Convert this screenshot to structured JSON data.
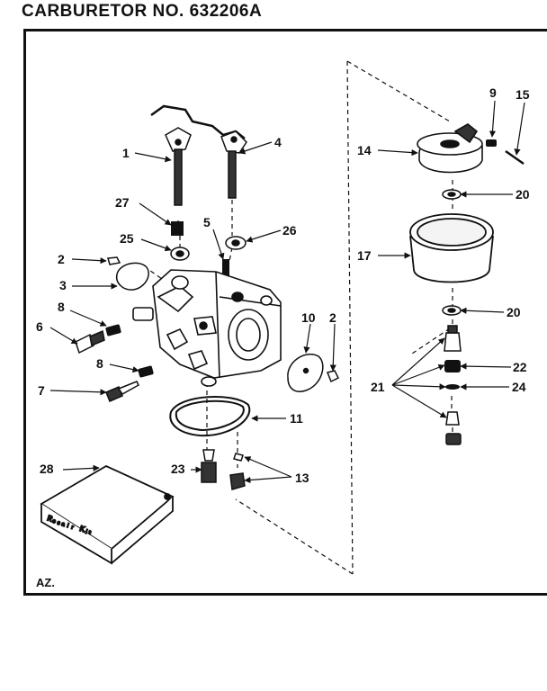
{
  "title": "CARBURETOR NO. 632206A",
  "corner_code": "AZ.",
  "kit_label": "Rₑ₀ₐᵢᵣ Kᵢₜ",
  "callouts": [
    {
      "id": "c1",
      "text": "1"
    },
    {
      "id": "c4",
      "text": "4"
    },
    {
      "id": "c27",
      "text": "27"
    },
    {
      "id": "c25",
      "text": "25"
    },
    {
      "id": "c5",
      "text": "5"
    },
    {
      "id": "c26",
      "text": "26"
    },
    {
      "id": "c2a",
      "text": "2"
    },
    {
      "id": "c3",
      "text": "3"
    },
    {
      "id": "c8a",
      "text": "8"
    },
    {
      "id": "c6",
      "text": "6"
    },
    {
      "id": "c8b",
      "text": "8"
    },
    {
      "id": "c7",
      "text": "7"
    },
    {
      "id": "c10",
      "text": "10"
    },
    {
      "id": "c2b",
      "text": "2"
    },
    {
      "id": "c11",
      "text": "11"
    },
    {
      "id": "c28",
      "text": "28"
    },
    {
      "id": "c23",
      "text": "23"
    },
    {
      "id": "c13",
      "text": "13"
    },
    {
      "id": "c9",
      "text": "9"
    },
    {
      "id": "c15",
      "text": "15"
    },
    {
      "id": "c14",
      "text": "14"
    },
    {
      "id": "c20a",
      "text": "20"
    },
    {
      "id": "c17",
      "text": "17"
    },
    {
      "id": "c20b",
      "text": "20"
    },
    {
      "id": "c22",
      "text": "22"
    },
    {
      "id": "c21",
      "text": "21"
    },
    {
      "id": "c24",
      "text": "24"
    }
  ]
}
